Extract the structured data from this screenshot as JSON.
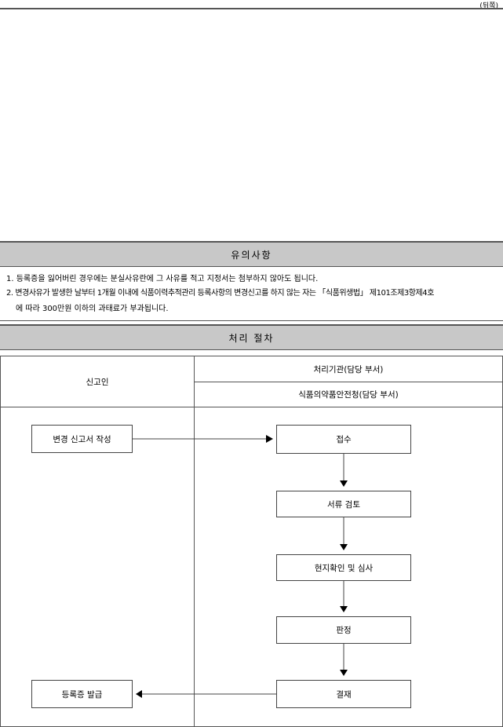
{
  "page": {
    "back_label": "(뒤쪽)"
  },
  "notes_section": {
    "title": "유의사항",
    "lines": [
      "1. 등록증을 잃어버린 경우에는 분실사유란에 그 사유를 적고 지정서는 첨부하지 않아도 됩니다.",
      "2. 변경사유가 발생한 날부터 1개월 이내에 식품이력추적관리 등록사항의 변경신고를 하지 않는 자는 「식품위생법」 제101조제3항제4호",
      "에 따라 300만원 이하의 과태료가 부과됩니다."
    ]
  },
  "procedure": {
    "title": "처리 절차",
    "applicant_header": "신고인",
    "agency_header": "처리기관(담당 부서)",
    "agency_name": "식품의약품안전청(담당 부서)",
    "steps": {
      "write": "변경 신고서 작성",
      "receive": "접수",
      "review": "서류 검토",
      "inspect": "현지확인 및 심사",
      "judge": "판정",
      "approve": "결재",
      "issue": "등록증 발급"
    }
  }
}
